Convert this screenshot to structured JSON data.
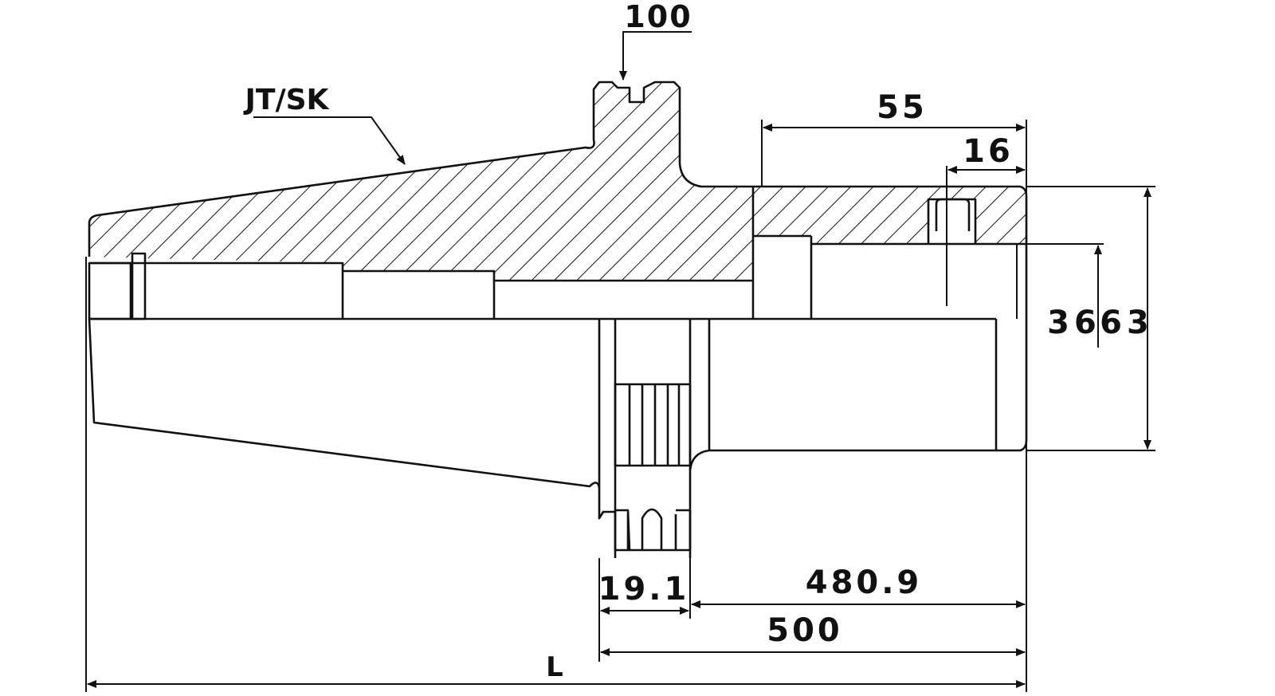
{
  "labels": {
    "taper": "JT/SK",
    "flange_dim": "100",
    "len_55": "55",
    "len_16": "16",
    "dia_36": "36",
    "dia_63": "63",
    "len_19_1": "19.1",
    "len_480_9": "480.9",
    "len_500": "500",
    "total_length": "L"
  },
  "colors": {
    "line": "#111111",
    "background": "#ffffff"
  }
}
